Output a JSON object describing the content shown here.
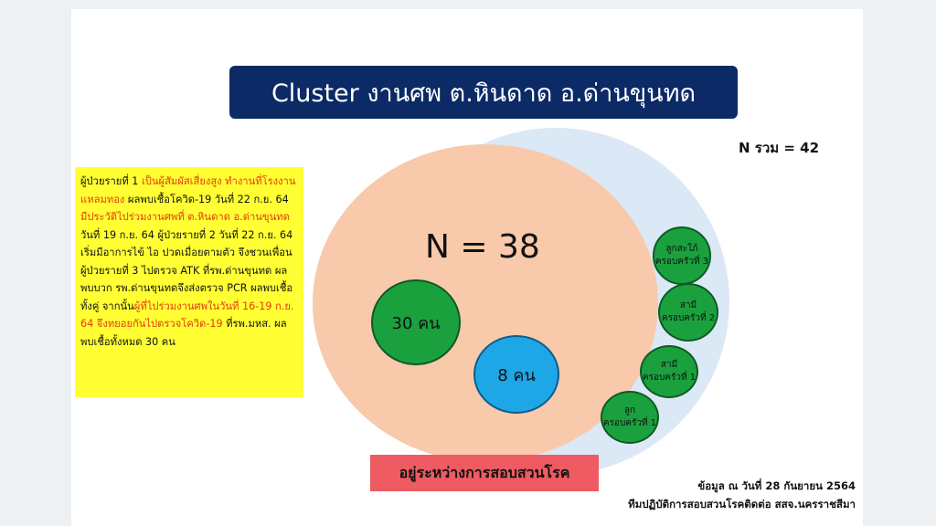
{
  "title": "Cluster งานศพ ต.หินดาด อ.ด่านขุนทด",
  "total": "N รวม = 42",
  "inner_count": "N = 38",
  "group_a": "30 คน",
  "group_b": "8 คน",
  "family": [
    {
      "line1": "ลูกสะใภ้",
      "line2": "ครอบครัวที่ 3"
    },
    {
      "line1": "สามี",
      "line2": "ครอบครัวที่ 2"
    },
    {
      "line1": "สามี",
      "line2": "ครอบครัวที่ 1"
    },
    {
      "line1": "ลูก",
      "line2": "ครอบครัวที่ 1"
    }
  ],
  "note": {
    "p1": "ผู้ป่วยรายที่ 1 ",
    "p2": "เป็นผู้สัมผัสเสี่ยงสูง ทำงานที่โรงงานแหลมทอง",
    "p3": " ผลพบเชื้อโควิด-19 วันที่ 22 ก.ย. 64 ",
    "p4": "มีประวัติไปร่วมงานศพที่ ต.หินดาด อ.ด่านขุนทด",
    "p5": " วันที่ 19 ก.ย. 64 ผู้ป่วยรายที่ 2 วันที่ 22 ก.ย. 64 เริ่มมีอาการไข้ ไอ ปวดเมื่อยตามตัว จึงชวนเพื่อน ผู้ป่วยรายที่ 3 ไปตรวจ ATK ที่รพ.ด่านขุนทด ผลพบบวก รพ.ด่านขุนทดจึงส่งตรวจ PCR ผลพบเชื้อทั้งคู่ จากนั้น",
    "p6": "ผู้ที่ไปร่วมงานศพในวันที่ 16-19 ก.ย. 64 จึงทยอยกันไปตรวจโควิด-19",
    "p7": " ที่รพ.มหส. ผลพบเชื้อทั้งหมด 30 คน"
  },
  "status": "อยู่ระหว่างการสอบสวนโรค",
  "source_line1": "ข้อมูล ณ วันที่ 28 กันยายน 2564",
  "source_line2": "ทีมปฏิบัติการสอบสวนโรคติดต่อ สสจ.นครราชสีมา",
  "colors": {
    "title_bg": "#0b2a66",
    "note_bg": "#ffff33",
    "note_highlight": "#e53b10",
    "outer_circle": "#dbe8f6",
    "main_circle": "#f8c9ab",
    "green": "#1aa13e",
    "blue": "#1ea7e6",
    "status_bg": "#ee5b62"
  }
}
